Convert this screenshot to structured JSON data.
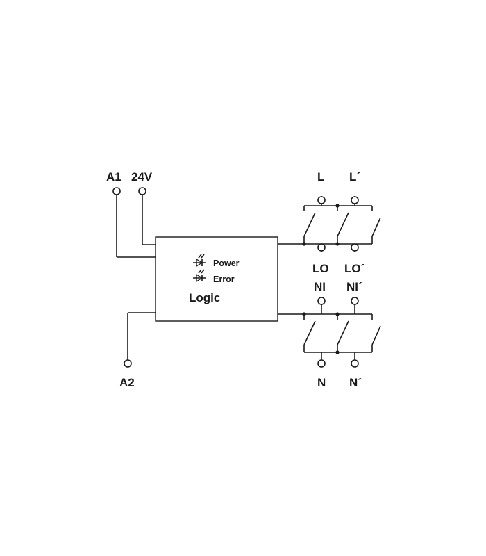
{
  "terminals": {
    "a1": "A1",
    "v24": "24V",
    "a2": "A2",
    "l": "L",
    "l_prime": "L´",
    "lo": "LO",
    "lo_prime": "LO´",
    "ni": "NI",
    "ni_prime": "NI´",
    "n": "N",
    "n_prime": "N´"
  },
  "logic_box": {
    "title": "Logic",
    "indicators": [
      {
        "icon": "led-icon",
        "label": "Power"
      },
      {
        "icon": "led-icon",
        "label": "Error"
      }
    ]
  }
}
